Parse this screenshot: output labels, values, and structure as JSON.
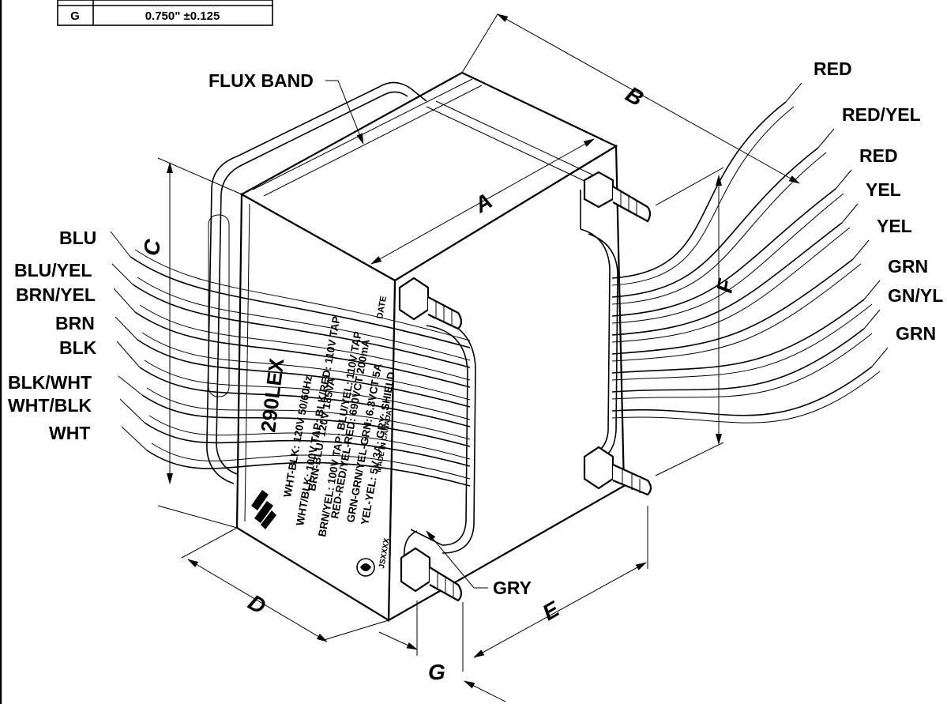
{
  "table": {
    "row_key": "G",
    "row_value": "0.750\"  ±0.125"
  },
  "callouts": {
    "flux_band": "FLUX BAND",
    "gry": "GRY"
  },
  "left_leads": [
    "BLU",
    "BLU/YEL",
    "BRN/YEL",
    "BRN",
    "BLK",
    "BLK/WHT",
    "WHT/BLK",
    "WHT"
  ],
  "right_leads": [
    "RED",
    "RED/YEL",
    "RED",
    "YEL",
    "YEL",
    "GRN",
    "GN/YL",
    "GRN"
  ],
  "dimensions": {
    "A": "A",
    "B": "B",
    "C": "C",
    "D": "D",
    "E": "E",
    "F": "F",
    "G": "G"
  },
  "nameplate": {
    "model": "290LEX",
    "lines": [
      "WHT-BLK: 120V  50/60Hz",
      "WHT/BLK: 100V TAP;  BLK/RED:  110V TAP",
      "BRN-BLU: 120V  185VA",
      "BRN/YEL: 100V TAP;  BLU/YEL:  110V TAP",
      "RED-RED/YEL-RED: 690VCT 200mA",
      "GRN-GRN/YEL-GRN: 6.3VCT 5A",
      "YEL-YEL: 5V 3A; GRY: SHIELD",
      "MADE IN CANADA"
    ],
    "date_label": "DATE",
    "code": "JSXXXX"
  },
  "logo_icons": [
    "hammond-logo-icon",
    "csa-mark-icon"
  ]
}
